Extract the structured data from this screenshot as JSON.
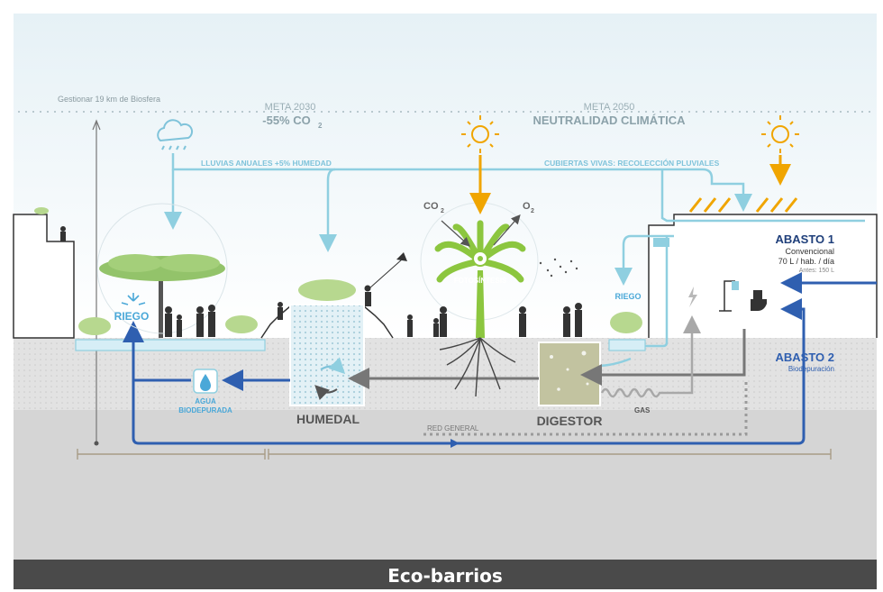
{
  "title": "Eco-barrios",
  "top": {
    "biosphere": "Gestionar 19 km de Biosfera",
    "meta2030_label": "META 2030",
    "meta2030_value": "-55% CO",
    "meta2030_sub": "2",
    "meta2050_label": "META 2050",
    "meta2050_value": "NEUTRALIDAD CLIMÁTICA"
  },
  "flows": {
    "rain": "LLUVIAS ANUALES +5% HUMEDAD",
    "roofs": "CUBIERTAS VIVAS: RECOLECCIÓN PLUVIALES",
    "red_general": "RED GENERAL",
    "gas": "GAS"
  },
  "photosynthesis": {
    "co2": "CO",
    "o2": "O",
    "sub": "2",
    "label": "FOTOSÍNTESIS"
  },
  "zones": {
    "riego_left": "RIEGO",
    "riego_right": "RIEGO",
    "agua_line1": "AGUA",
    "agua_line2": "BIODEPURADA",
    "humedal": "HUMEDAL",
    "digestor": "DIGESTOR"
  },
  "supply": {
    "abasto1_title": "ABASTO 1",
    "abasto1_l1": "Convencional",
    "abasto1_l2": "70 L / hab. / día",
    "abasto1_l3": "Antes: 150 L",
    "abasto2_title": "ABASTO 2",
    "abasto2_l1": "Biodepuración"
  },
  "colors": {
    "light_blue": "#8fcfe0",
    "dark_blue": "#2f5fb0",
    "sun": "#f0a500",
    "tree": "#8cc63f",
    "ground": "#d6d6d6",
    "footer": "#4a4a4a"
  }
}
